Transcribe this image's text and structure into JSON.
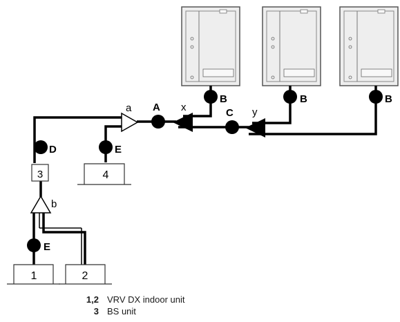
{
  "units": {
    "u1": "1",
    "u2": "2",
    "u3": "3",
    "u4": "4"
  },
  "labels": {
    "A": "A",
    "B": "B",
    "C": "C",
    "D": "D",
    "E": "E",
    "a": "a",
    "b": "b",
    "x": "x",
    "y": "y"
  },
  "legend": [
    {
      "key": "1,2",
      "text": "VRV DX indoor unit"
    },
    {
      "key": "3",
      "text": "BS unit"
    }
  ],
  "colors": {
    "pipe": "#000000",
    "indoor_unit_fill": "#eeeeee",
    "indoor_unit_stroke": "#555555",
    "box_stroke": "#333333"
  }
}
